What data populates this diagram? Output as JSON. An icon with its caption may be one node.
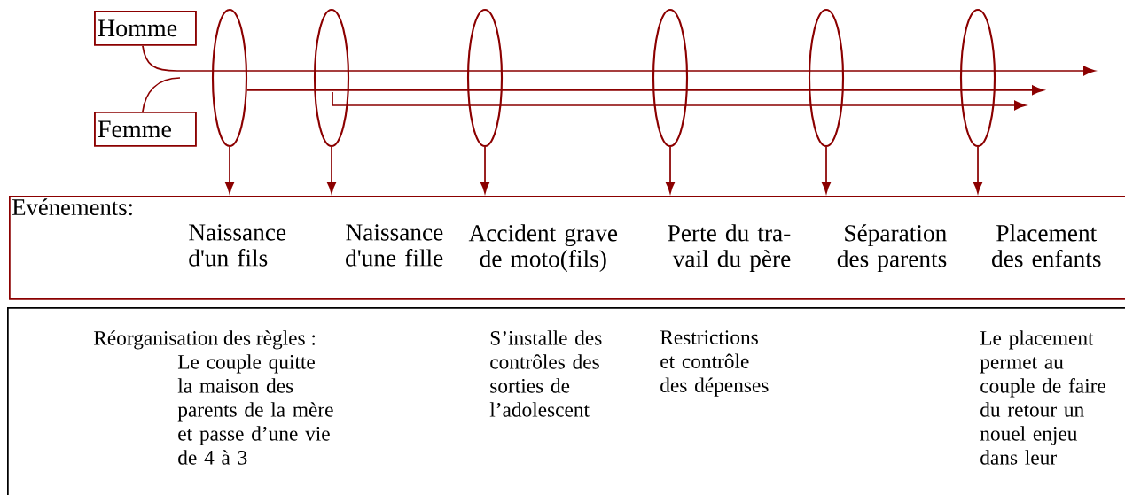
{
  "diagram": {
    "nodes": [
      {
        "text": [
          "Homme"
        ]
      },
      {
        "text": [
          "Femme"
        ]
      },
      {
        "text": [],
        "shape": "ellipse"
      },
      {
        "text": [],
        "shape": "ellipse"
      },
      {
        "text": [],
        "shape": "ellipse"
      },
      {
        "text": [],
        "shape": "ellipse"
      },
      {
        "text": [],
        "shape": "ellipse"
      },
      {
        "text": [],
        "shape": "ellipse"
      },
      {
        "text": [
          "Evénements:"
        ]
      },
      {
        "text": [
          "Réorganisation des règles :",
          "Le couple quitte la maison des parents de la mère et passe d’une vie de 4 à 3",
          "S’installe des contrôles des sorties de l’adolescent",
          "Restrictions et contrôle des dépenses",
          "Le placement permet au couple de faire du retour un nouel enjeu dans leur"
        ]
      }
    ],
    "edges": [
      {
        "from": 0,
        "to": null,
        "arrow": "to"
      },
      {
        "from": 1,
        "to": null,
        "arrow": "none"
      },
      {
        "from": 2,
        "to": null,
        "arrow": "to"
      },
      {
        "from": 3,
        "to": null,
        "arrow": "to"
      },
      {
        "from": 2,
        "to": 8,
        "arrow": "to"
      },
      {
        "from": 3,
        "to": 8,
        "arrow": "to"
      },
      {
        "from": 4,
        "to": 8,
        "arrow": "to"
      },
      {
        "from": 5,
        "to": 8,
        "arrow": "to"
      },
      {
        "from": 6,
        "to": 8,
        "arrow": "to"
      },
      {
        "from": 7,
        "to": 8,
        "arrow": "to"
      }
    ],
    "labels": [
      "Naissance d'un fils",
      "Naissance d'une fille",
      "Accident grave de moto(fils)",
      "Perte du tra- vail du père",
      "Séparation des parents",
      "Placement des enfants"
    ]
  }
}
